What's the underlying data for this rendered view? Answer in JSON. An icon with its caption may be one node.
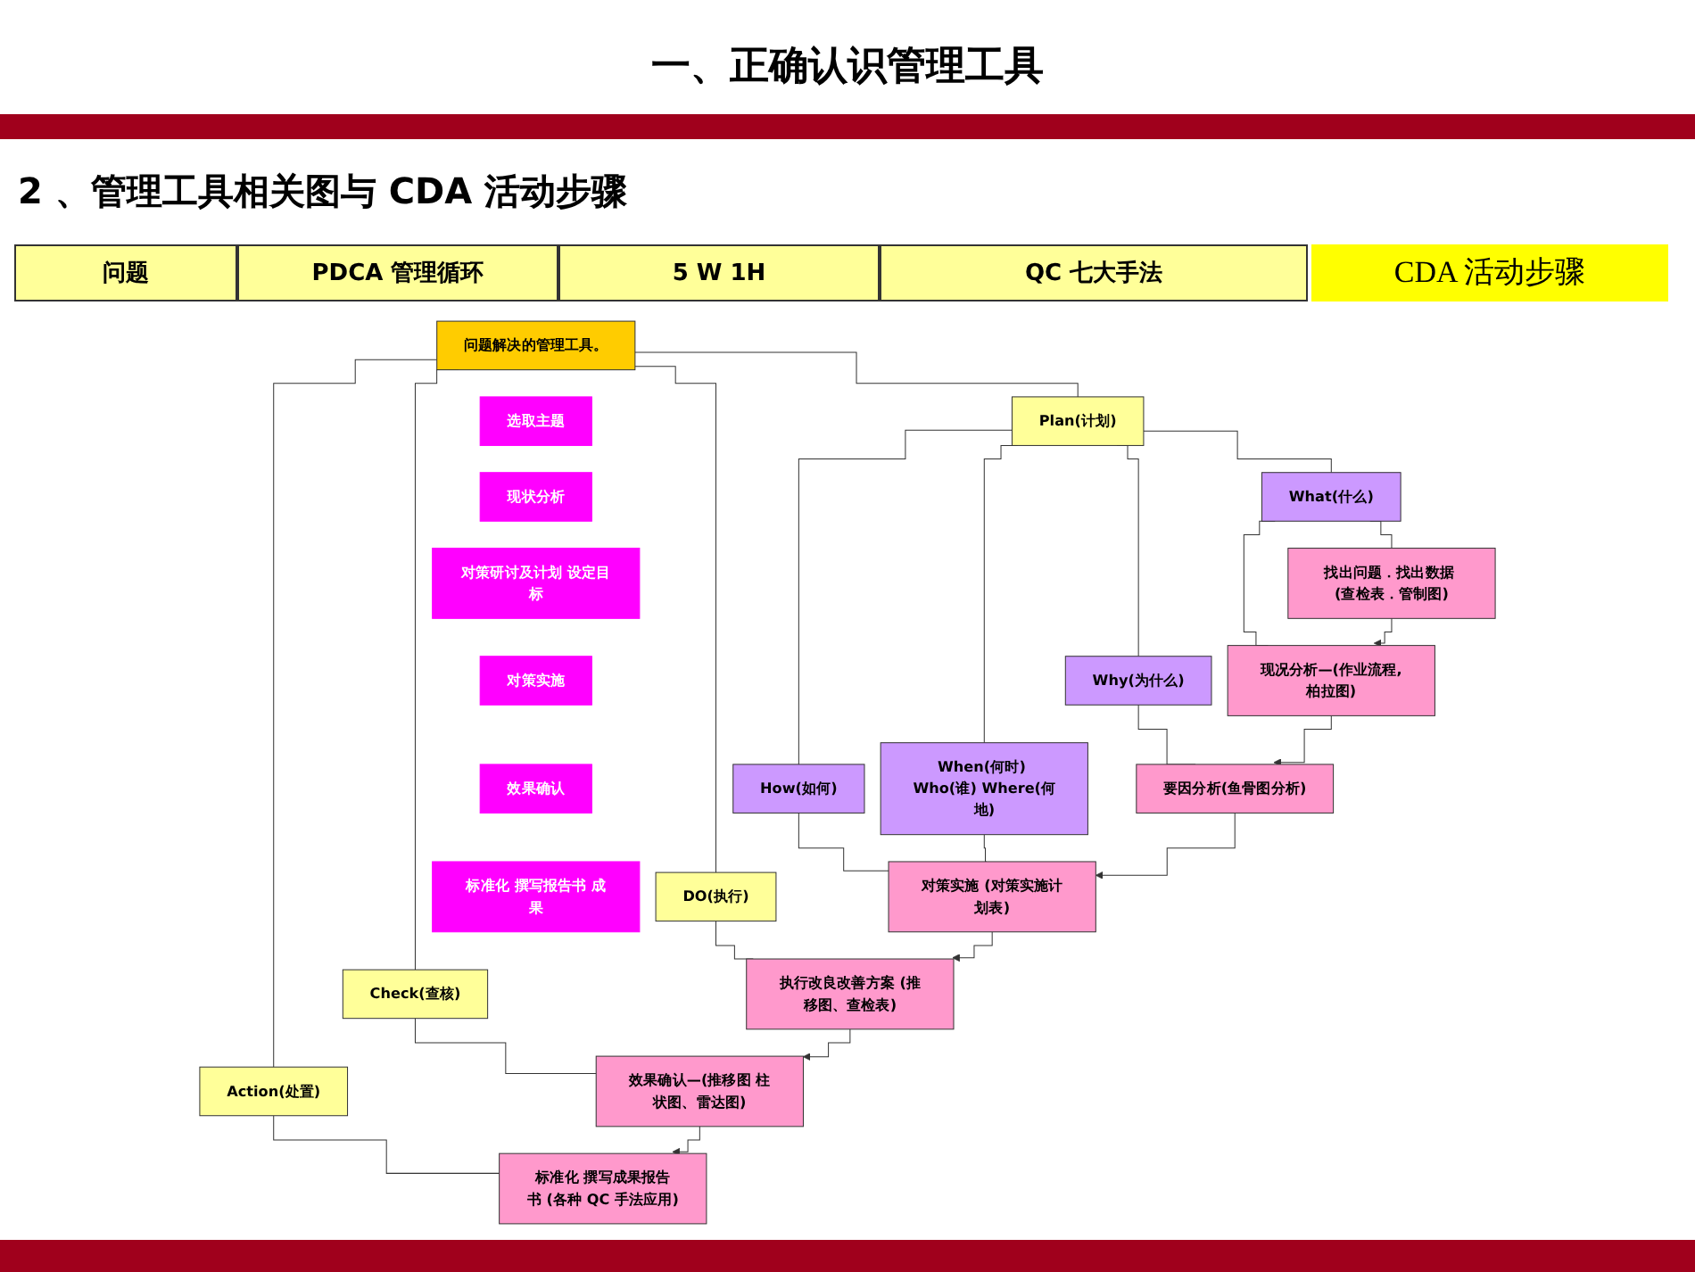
{
  "diagram": {
    "title": "一、正确认识管理工具",
    "caption": "2 、管理工具相关图与 CDA 活动步骤",
    "nodes": [
      {
        "text": [
          "问题解决的管理工具。"
        ]
      },
      {
        "text": [
          "Plan(计划)"
        ]
      },
      {
        "text": [
          "DO(执行)"
        ]
      },
      {
        "text": [
          "Check(查核)"
        ]
      },
      {
        "text": [
          "Action(处置)"
        ]
      },
      {
        "text": [
          "What(什么)"
        ]
      },
      {
        "text": [
          "Why(为什么)"
        ]
      },
      {
        "text": [
          "How(如何)"
        ]
      },
      {
        "text": [
          "When(何时) Who(谁) Where(何地)"
        ]
      },
      {
        "text": [
          "找出问题．找出数据 (查检表．管制图)"
        ]
      },
      {
        "text": [
          "现况分析—(作业流程,柏拉图)"
        ]
      },
      {
        "text": [
          "要因分析(鱼骨图分析)"
        ]
      },
      {
        "text": [
          "对策实施 (对策实施计划表)"
        ]
      },
      {
        "text": [
          "执行改良改善方案 (推移图、查检表)"
        ]
      },
      {
        "text": [
          "效果确认—(推移图 柱状图、雷达图)"
        ]
      },
      {
        "text": [
          "标准化 撰写成果报告书 (各种 QC 手法应用)"
        ]
      },
      {
        "text": [
          "选取主题"
        ]
      },
      {
        "text": [
          "现状分析"
        ]
      },
      {
        "text": [
          "对策研讨及计划 设定目标"
        ]
      },
      {
        "text": [
          "对策实施"
        ]
      },
      {
        "text": [
          "效果确认"
        ]
      },
      {
        "text": [
          "标准化 撰写报告书 成果"
        ]
      }
    ],
    "edges": [
      {
        "from": 0,
        "to": 1,
        "arrow": "none"
      },
      {
        "from": 0,
        "to": 2,
        "arrow": "none"
      },
      {
        "from": 0,
        "to": 3,
        "arrow": "none"
      },
      {
        "from": 0,
        "to": 4,
        "arrow": "none"
      },
      {
        "from": 1,
        "to": 5,
        "arrow": "none"
      },
      {
        "from": 1,
        "to": 6,
        "arrow": "none"
      },
      {
        "from": 1,
        "to": 7,
        "arrow": "none"
      },
      {
        "from": 1,
        "to": 8,
        "arrow": "none"
      },
      {
        "from": 5,
        "to": 9,
        "arrow": "none"
      },
      {
        "from": 5,
        "to": 10,
        "arrow": "none"
      },
      {
        "from": 6,
        "to": 11,
        "arrow": "none"
      },
      {
        "from": 7,
        "to": 12,
        "arrow": "none"
      },
      {
        "from": 8,
        "to": 12,
        "arrow": "none"
      },
      {
        "from": 2,
        "to": 13,
        "arrow": "none"
      },
      {
        "from": 3,
        "to": 14,
        "arrow": "none"
      },
      {
        "from": 4,
        "to": 15,
        "arrow": "none"
      },
      {
        "from": 9,
        "to": 10,
        "arrow": "to"
      },
      {
        "from": 10,
        "to": 11,
        "arrow": "to"
      },
      {
        "from": 11,
        "to": 12,
        "arrow": "to"
      },
      {
        "from": 12,
        "to": 13,
        "arrow": "to"
      },
      {
        "from": 13,
        "to": 14,
        "arrow": "to"
      },
      {
        "from": 14,
        "to": 15,
        "arrow": "to"
      }
    ],
    "labels": [
      "问题",
      "PDCA 管理循环",
      "5 W 1H",
      "QC 七大手法",
      "CDA 活动步骤"
    ]
  }
}
